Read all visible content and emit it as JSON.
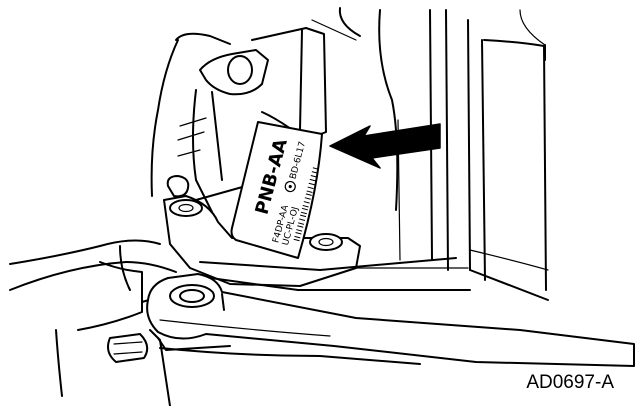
{
  "tag": {
    "part_number": "PNB-AA",
    "line_left": "F4DP-AA",
    "line_bottom": "UC-PL-OJ",
    "line_right": "BD-6L17",
    "barcode_icon": "barcode-icon",
    "stamp_icon": "circle-stamp-icon"
  },
  "arrow_icon": "arrow-pointer-icon",
  "figure_id": "AD0697-A"
}
